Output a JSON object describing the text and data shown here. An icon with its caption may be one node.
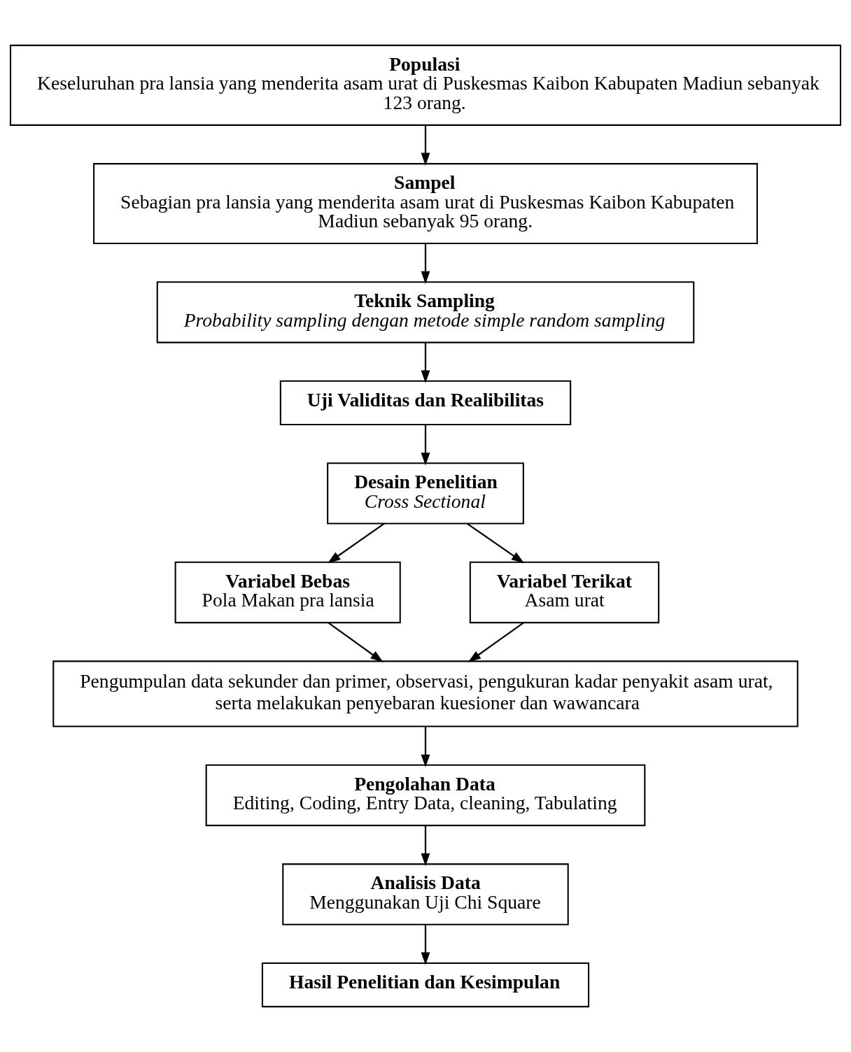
{
  "diagram": {
    "nodes": [
      {
        "text": [
          "Populasi",
          "Keseluruhan pra lansia yang menderita asam urat di Puskesmas Kaibon Kabupaten Madiun sebanyak 123 orang."
        ]
      },
      {
        "text": [
          "Sampel",
          "Sebagian pra lansia yang menderita asam urat di Puskesmas Kaibon Kabupaten Madiun sebanyak 95 orang."
        ]
      },
      {
        "text": [
          "Teknik Sampling",
          "Probability sampling dengan metode simple random sampling"
        ]
      },
      {
        "text": [
          "Uji Validitas dan Realibilitas"
        ]
      },
      {
        "text": [
          "Desain Penelitian",
          "Cross Sectional"
        ]
      },
      {
        "text": [
          "Variabel Bebas",
          "Pola Makan pra lansia"
        ]
      },
      {
        "text": [
          "Variabel Terikat",
          "Asam urat"
        ]
      },
      {
        "text": [
          "Pengumpulan data sekunder dan primer, observasi, pengukuran kadar penyakit asam urat, serta melakukan penyebaran kuesioner dan wawancara"
        ]
      },
      {
        "text": [
          "Pengolahan Data",
          "Editing, Coding, Entry Data, cleaning, Tabulating"
        ]
      },
      {
        "text": [
          "Analisis Data",
          "Menggunakan Uji Chi Square"
        ]
      },
      {
        "text": [
          "Hasil Penelitian dan Kesimpulan"
        ]
      }
    ],
    "edges": [
      {
        "from": 0,
        "to": 1,
        "arrow": "to"
      },
      {
        "from": 1,
        "to": 2,
        "arrow": "to"
      },
      {
        "from": 2,
        "to": 3,
        "arrow": "to"
      },
      {
        "from": 3,
        "to": 4,
        "arrow": "to"
      },
      {
        "from": 4,
        "to": 5,
        "arrow": "to"
      },
      {
        "from": 4,
        "to": 6,
        "arrow": "to"
      },
      {
        "from": 5,
        "to": 7,
        "arrow": "to"
      },
      {
        "from": 6,
        "to": 7,
        "arrow": "to"
      },
      {
        "from": 7,
        "to": 8,
        "arrow": "to"
      },
      {
        "from": 8,
        "to": 9,
        "arrow": "to"
      },
      {
        "from": 9,
        "to": 10,
        "arrow": "to"
      }
    ]
  }
}
